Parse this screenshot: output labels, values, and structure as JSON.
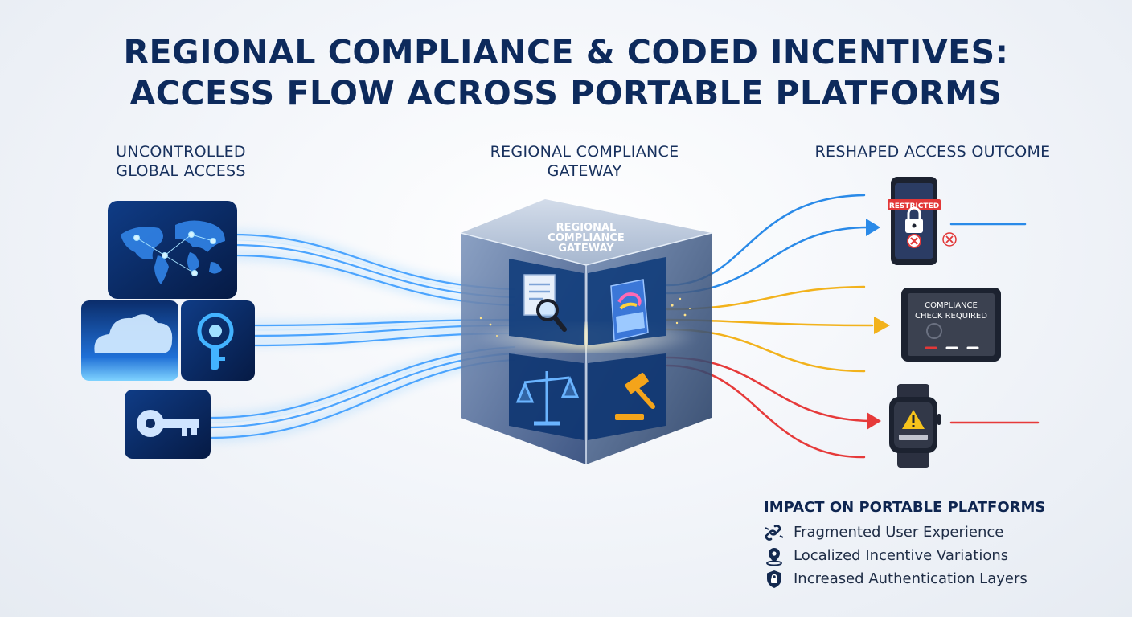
{
  "title": {
    "line1": "REGIONAL COMPLIANCE & CODED INCENTIVES:",
    "line2": "ACCESS FLOW ACROSS PORTABLE PLATFORMS"
  },
  "columns": {
    "left": {
      "line1": "UNCONTROLLED",
      "line2": "GLOBAL ACCESS"
    },
    "center": {
      "line1": "REGIONAL COMPLIANCE",
      "line2": "GATEWAY"
    },
    "right": {
      "line1": "RESHAPED ACCESS OUTCOME"
    }
  },
  "gateway_cube": {
    "label_line1": "REGIONAL",
    "label_line2": "COMPLIANCE",
    "label_line3": "GATEWAY"
  },
  "sources": [
    {
      "icon": "world-map-icon"
    },
    {
      "icon": "cloud-icon"
    },
    {
      "icon": "location-key-icon"
    },
    {
      "icon": "key-icon"
    }
  ],
  "cube_faces": [
    {
      "icon": "document-magnifier-icon"
    },
    {
      "icon": "coupon-card-icon"
    },
    {
      "icon": "scales-icon"
    },
    {
      "icon": "gavel-icon"
    }
  ],
  "outcomes": [
    {
      "device": "smartphone",
      "badge": "RESTRICTED",
      "color": "#2a8ae8",
      "icon": "lock-icon"
    },
    {
      "device": "tablet",
      "line1": "COMPLIANCE",
      "line2": "CHECK REQUIRED",
      "color": "#f2b21c"
    },
    {
      "device": "smartwatch",
      "icon": "warning-icon",
      "color": "#e63a3a"
    }
  ],
  "impact": {
    "title": "IMPACT ON PORTABLE PLATFORMS",
    "items": [
      {
        "icon": "broken-link-icon",
        "label": "Fragmented User Experience"
      },
      {
        "icon": "location-pin-icon",
        "label": "Localized Incentive Variations"
      },
      {
        "icon": "shield-lock-icon",
        "label": "Increased Authentication Layers"
      }
    ]
  },
  "colors": {
    "navy": "#0d2a5c",
    "blue": "#2a8ae8",
    "yellow": "#f2b21c",
    "red": "#e63a3a"
  }
}
